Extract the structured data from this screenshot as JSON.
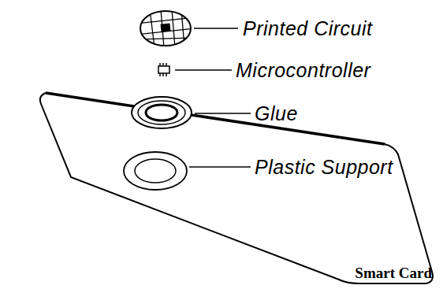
{
  "diagram": {
    "labels": [
      "Printed Circuit",
      "Microcontroller",
      "Glue",
      "Plastic Support",
      "Smart Card"
    ]
  }
}
